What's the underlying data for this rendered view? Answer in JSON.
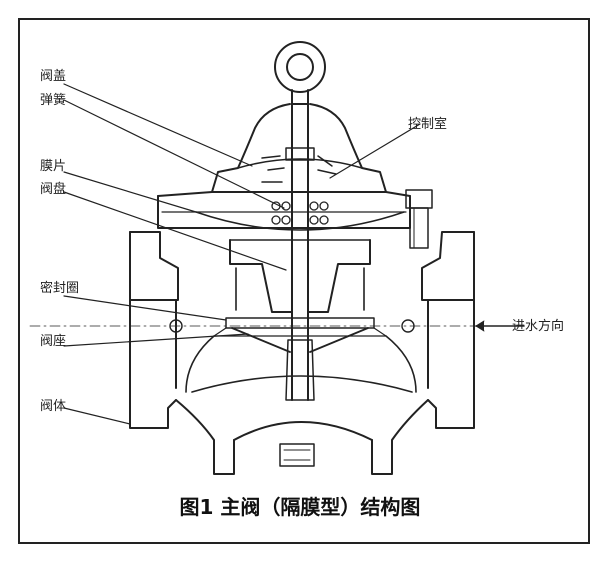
{
  "labels": {
    "bonnet": "阀盖",
    "spring": "弹簧",
    "control_chamber": "控制室",
    "diaphragm": "膜片",
    "disc": "阀盘",
    "seal_ring": "密封圈",
    "seat": "阀座",
    "body": "阀体",
    "inlet_direction": "进水方向"
  },
  "caption": "图1  主阀（隔膜型）结构图"
}
